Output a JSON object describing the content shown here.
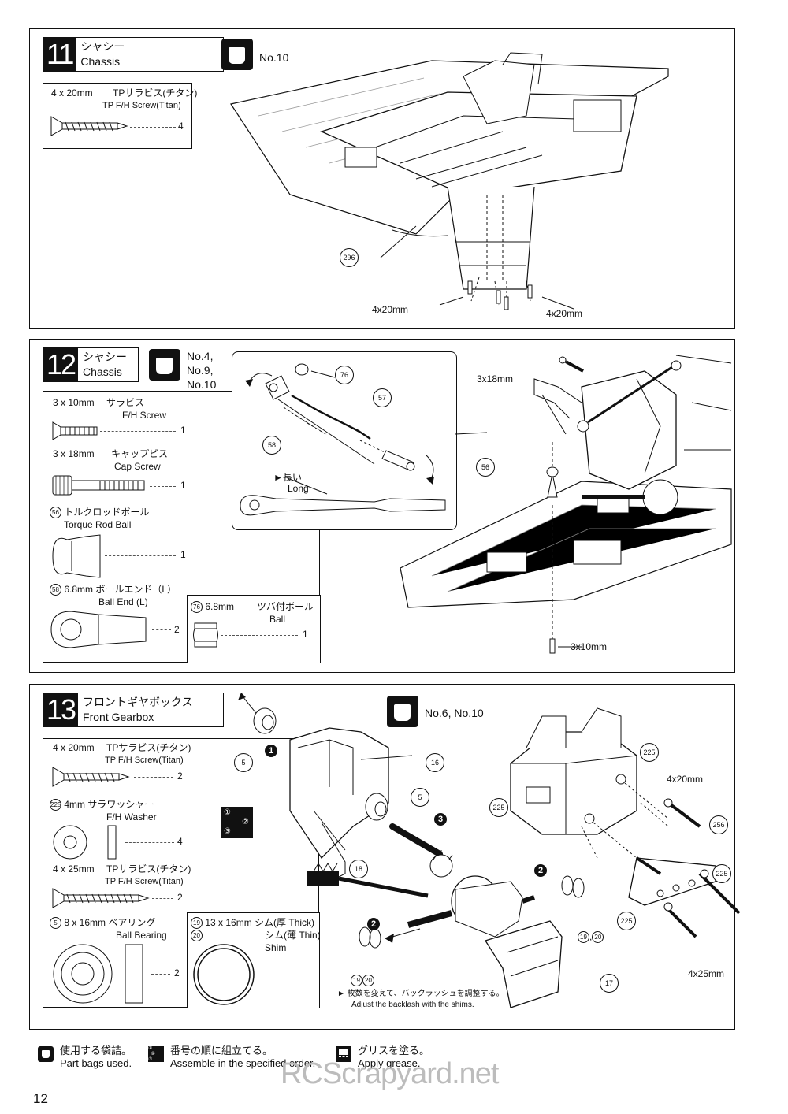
{
  "page_number": "12",
  "watermark": "RCScrapyard.net",
  "step11": {
    "number": "11",
    "title_jp": "シャシー",
    "title_en": "Chassis",
    "bag": "No.10",
    "parts": [
      {
        "size": "4 x 20mm",
        "name_jp": "TPサラビス(チタン)",
        "name_en": "TP F/H Screw(Titan)",
        "qty": "4"
      }
    ],
    "callouts": {
      "plate": "296",
      "screw_left": "4x20mm",
      "screw_right": "4x20mm"
    }
  },
  "step12": {
    "number": "12",
    "title_jp": "シャシー",
    "title_en": "Chassis",
    "bags": [
      "No.4,",
      "No.9,",
      "No.10"
    ],
    "parts": [
      {
        "size": "3 x 10mm",
        "name_jp": "サラビス",
        "name_en": "F/H Screw",
        "qty": "1"
      },
      {
        "size": "3 x 18mm",
        "name_jp": "キャップビス",
        "name_en": "Cap Screw",
        "qty": "1"
      },
      {
        "id": "56",
        "name_jp": "トルクロッドボール",
        "name_en": "Torque Rod Ball",
        "qty": "1"
      },
      {
        "id": "58",
        "size": "6.8mm",
        "name_jp": "ボールエンド（L）",
        "name_en": "Ball End (L)",
        "qty": "2"
      },
      {
        "id": "76",
        "size": "6.8mm",
        "name_jp": "ツバ付ボール",
        "name_en": "Ball",
        "qty": "1"
      }
    ],
    "callouts": {
      "a": "76",
      "b": "57",
      "c": "58",
      "d": "56",
      "long_jp": "►長い",
      "long_en": "Long",
      "screw_top": "3x18mm",
      "screw_bottom": "3x10mm"
    }
  },
  "step13": {
    "number": "13",
    "title_jp": "フロントギヤボックス",
    "title_en": "Front Gearbox",
    "bag": "No.6, No.10",
    "parts": [
      {
        "size": "4 x 20mm",
        "name_jp": "TPサラビス(チタン)",
        "name_en": "TP F/H Screw(Titan)",
        "qty": "2"
      },
      {
        "id": "225",
        "size": "4mm",
        "name_jp": "サラワッシャー",
        "name_en": "F/H Washer",
        "qty": "4"
      },
      {
        "size": "4 x 25mm",
        "name_jp": "TPサラビス(チタン)",
        "name_en": "TP F/H Screw(Titan)",
        "qty": "2"
      },
      {
        "id": "5",
        "size": "8 x 16mm",
        "name_jp": "ベアリング",
        "name_en": "Ball Bearing",
        "qty": "2"
      },
      {
        "id": "19",
        "id2": "20",
        "size": "13 x 16mm",
        "name_jp": "シム(厚 Thick)",
        "name_jp2": "シム(薄 Thin)",
        "name_en": "Shim"
      }
    ],
    "order_icon": [
      "①",
      "②",
      "③"
    ],
    "callouts": {
      "p5a": "5",
      "p16": "16",
      "p5b": "5",
      "p18": "18",
      "p19a": "19",
      "p20a": "20",
      "p19b": "19",
      "p20b": "20",
      "p17": "17",
      "p225a": "225",
      "p225b": "225",
      "p256": "256",
      "p225c": "225",
      "p225d": "225",
      "screw_top": "4x20mm",
      "screw_bottom": "4x25mm"
    },
    "seq": [
      "1",
      "2",
      "2",
      "3"
    ],
    "note_jp": "枚数を変えて、バックラッシュを調整する。",
    "note_en": "Adjust the backlash with the shims."
  },
  "legend": [
    {
      "icon": "bag-icon",
      "jp": "使用する袋詰。",
      "en": "Part bags used."
    },
    {
      "icon": "order-icon",
      "jp": "番号の順に組立てる。",
      "en": "Assemble in the specified order."
    },
    {
      "icon": "grease-icon",
      "jp": "グリスを塗る。",
      "en": "Apply grease."
    }
  ]
}
